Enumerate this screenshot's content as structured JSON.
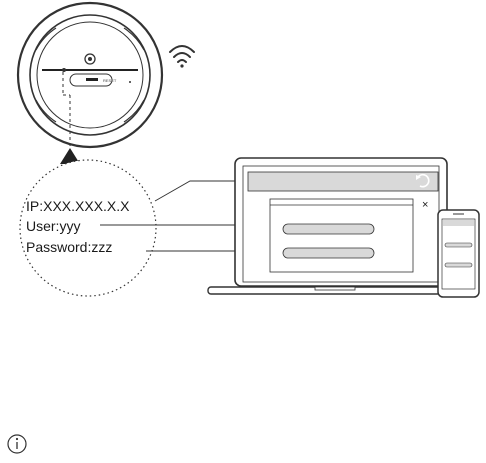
{
  "device": {
    "button_label": "RESET"
  },
  "label_bubble": {
    "ip_line": "IP:XXX.XXX.X.X",
    "user_line": "User:yyy",
    "password_line": "Password:zzz"
  },
  "laptop_dialog": {
    "close_glyph": "×"
  },
  "icons": {
    "wifi": "wifi-icon",
    "refresh": "refresh-icon",
    "info": "info-icon"
  },
  "colors": {
    "stroke": "#333333",
    "field_fill": "#d9d9d9",
    "screen_fill": "#ffffff"
  }
}
